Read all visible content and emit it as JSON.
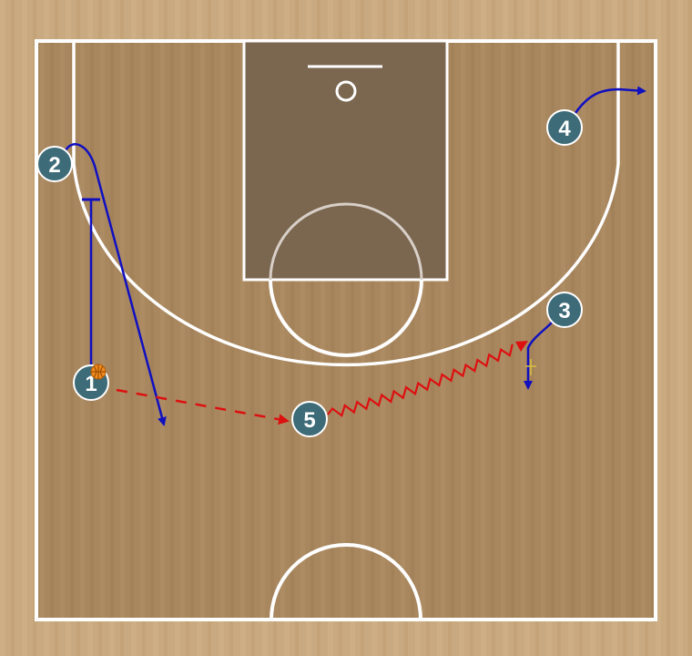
{
  "colors": {
    "floor_outer": "#c8a77e",
    "floor_inner": "#a8875f",
    "paint": "#7b6650",
    "court_line": "#ffffff",
    "player_fill": "#3e6b78",
    "player_stroke": "#ffffff",
    "cut_line": "#1010c0",
    "screen_line": "#1010c0",
    "pass_line": "#dd1010",
    "dribble_line": "#dd1010",
    "ball": "#f08a1c",
    "hand_off": "#d8c040"
  },
  "players": [
    {
      "id": "player-1",
      "label": "1",
      "has_ball": true
    },
    {
      "id": "player-2",
      "label": "2",
      "has_ball": false
    },
    {
      "id": "player-3",
      "label": "3",
      "has_ball": false
    },
    {
      "id": "player-4",
      "label": "4",
      "has_ball": false
    },
    {
      "id": "player-5",
      "label": "5",
      "has_ball": false
    }
  ],
  "actions": [
    {
      "type": "screen",
      "from": "1",
      "icon": "screen-line"
    },
    {
      "type": "cut",
      "from": "2",
      "icon": "cut-arrow"
    },
    {
      "type": "pass",
      "from": "1",
      "to": "5",
      "icon": "pass-arrow"
    },
    {
      "type": "dribble",
      "from": "5",
      "toward": "3",
      "icon": "dribble-arrow"
    },
    {
      "type": "cut",
      "from": "3",
      "icon": "cut-arrow"
    },
    {
      "type": "cut",
      "from": "4",
      "icon": "cut-arrow"
    }
  ]
}
